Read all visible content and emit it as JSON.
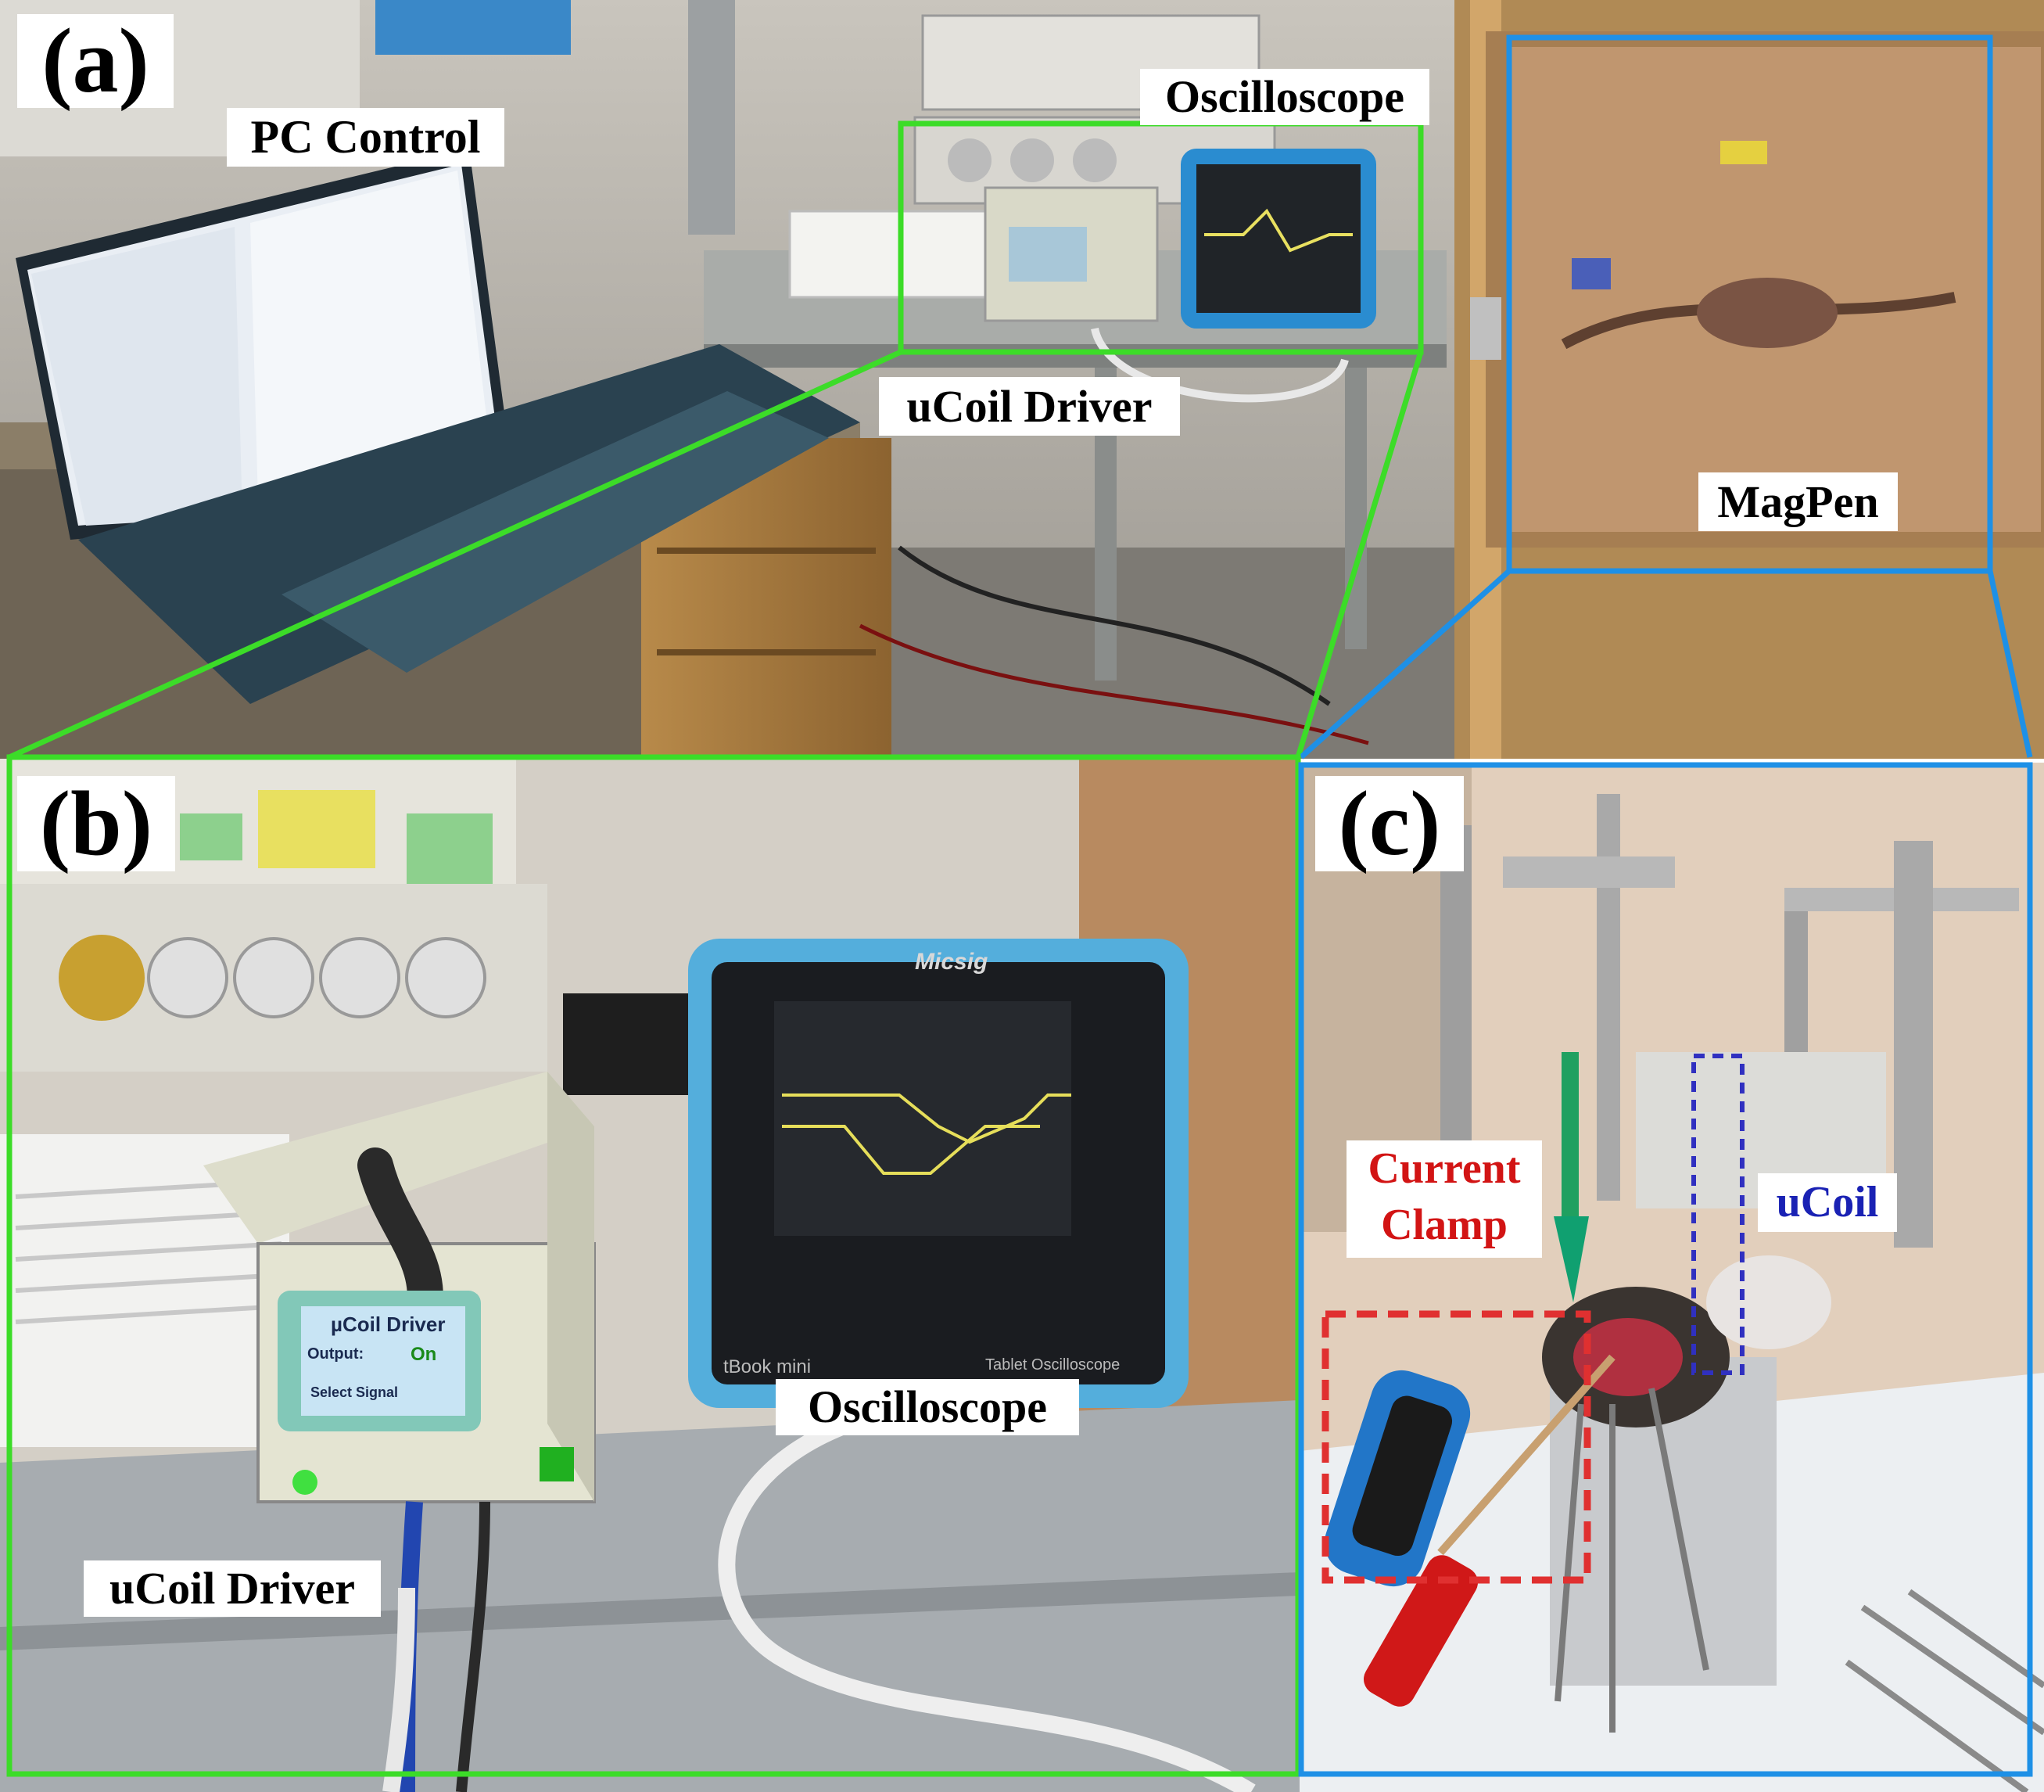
{
  "panels": {
    "a": {
      "letter": "(a)",
      "labels": {
        "pc_control": "PC Control",
        "oscilloscope": "Oscilloscope",
        "ucoil_driver": "uCoil Driver",
        "magpen": "MagPen"
      }
    },
    "b": {
      "letter": "(b)",
      "labels": {
        "oscilloscope": "Oscilloscope",
        "ucoil_driver": "uCoil Driver"
      },
      "device_screen": {
        "title": "µCoil Driver",
        "output_label": "Output:",
        "output_value": "On",
        "select_signal": "Select Signal"
      },
      "scope_brand": "Micsig",
      "scope_model": "tBook mini",
      "scope_caption": "Tablet Oscilloscope"
    },
    "c": {
      "letter": "(c)",
      "labels": {
        "current_clamp_line1": "Current",
        "current_clamp_line2": "Clamp",
        "ucoil": "uCoil"
      }
    }
  },
  "colors": {
    "green_frame": "#3cdc28",
    "blue_frame": "#1e90e6",
    "red_label": "#d21414",
    "blue_label": "#1a22b4",
    "red_dash": "#e03030",
    "blue_dash": "#3030c0"
  }
}
